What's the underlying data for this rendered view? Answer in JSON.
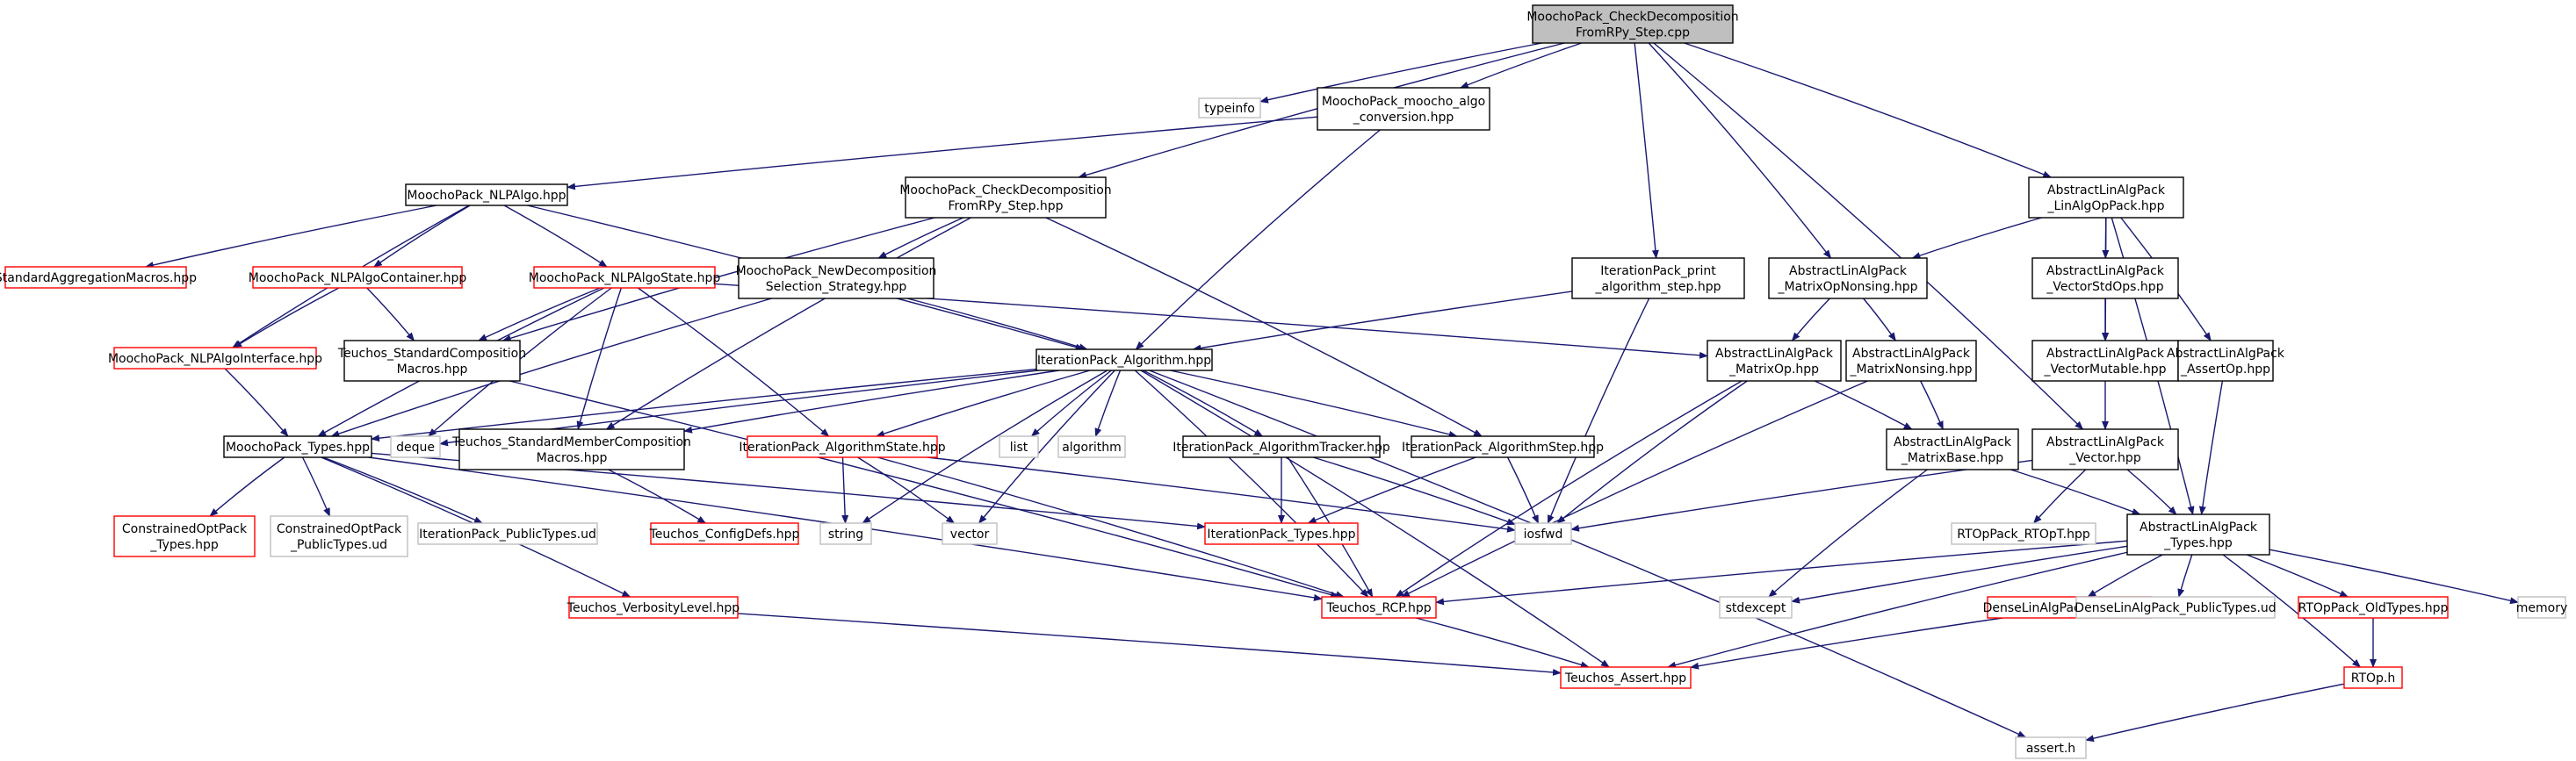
{
  "colors": {
    "edge": "#191970",
    "root_fill": "#bfbfbf",
    "normal_fill": "#ffffff",
    "normal_stroke": "#000000",
    "truncated_stroke": "#ff0000",
    "external_stroke": "#bfbfbf",
    "external_text": "#3f3f3f"
  },
  "nodes": [
    {
      "id": "root",
      "lines": [
        "MoochoPack_CheckDecomposition",
        "FromRPy_Step.cpp"
      ],
      "kind": "root",
      "icon": "file-node"
    },
    {
      "id": "typeinfo",
      "lines": [
        "typeinfo"
      ],
      "kind": "external"
    },
    {
      "id": "mooconv",
      "lines": [
        "MoochoPack_moocho_algo",
        "_conversion.hpp"
      ],
      "kind": "normal"
    },
    {
      "id": "cdhpp",
      "lines": [
        "MoochoPack_CheckDecomposition",
        "FromRPy_Step.hpp"
      ],
      "kind": "normal"
    },
    {
      "id": "nlpalgo",
      "lines": [
        "MoochoPack_NLPAlgo.hpp"
      ],
      "kind": "normal"
    },
    {
      "id": "iterprint",
      "lines": [
        "IterationPack_print",
        "_algorithm_step.hpp"
      ],
      "kind": "normal"
    },
    {
      "id": "ala_linalg",
      "lines": [
        "AbstractLinAlgPack",
        "_LinAlgOpPack.hpp"
      ],
      "kind": "normal"
    },
    {
      "id": "stdagg",
      "lines": [
        "StandardAggregationMacros.hpp"
      ],
      "kind": "truncated"
    },
    {
      "id": "nlpcont",
      "lines": [
        "MoochoPack_NLPAlgoContainer.hpp"
      ],
      "kind": "truncated"
    },
    {
      "id": "nlpstate",
      "lines": [
        "MoochoPack_NLPAlgoState.hpp"
      ],
      "kind": "truncated"
    },
    {
      "id": "newdecomp",
      "lines": [
        "MoochoPack_NewDecomposition",
        "Selection_Strategy.hpp"
      ],
      "kind": "normal"
    },
    {
      "id": "ala_monons",
      "lines": [
        "AbstractLinAlgPack",
        "_MatrixOpNonsing.hpp"
      ],
      "kind": "normal"
    },
    {
      "id": "ala_vstd",
      "lines": [
        "AbstractLinAlgPack",
        "_VectorStdOps.hpp"
      ],
      "kind": "normal"
    },
    {
      "id": "nlpiface",
      "lines": [
        "MoochoPack_NLPAlgoInterface.hpp"
      ],
      "kind": "truncated"
    },
    {
      "id": "tstdcomp",
      "lines": [
        "Teuchos_StandardComposition",
        "Macros.hpp"
      ],
      "kind": "normal"
    },
    {
      "id": "iteralg",
      "lines": [
        "IterationPack_Algorithm.hpp"
      ],
      "kind": "normal"
    },
    {
      "id": "ala_matop",
      "lines": [
        "AbstractLinAlgPack",
        "_MatrixOp.hpp"
      ],
      "kind": "normal"
    },
    {
      "id": "ala_matnons",
      "lines": [
        "AbstractLinAlgPack",
        "_MatrixNonsing.hpp"
      ],
      "kind": "normal"
    },
    {
      "id": "ala_vmut",
      "lines": [
        "AbstractLinAlgPack",
        "_VectorMutable.hpp"
      ],
      "kind": "normal"
    },
    {
      "id": "ala_assertop",
      "lines": [
        "AbstractLinAlgPack",
        "_AssertOp.hpp"
      ],
      "kind": "normal"
    },
    {
      "id": "deque",
      "lines": [
        "deque"
      ],
      "kind": "external"
    },
    {
      "id": "mootypes",
      "lines": [
        "MoochoPack_Types.hpp"
      ],
      "kind": "normal"
    },
    {
      "id": "tstdmem",
      "lines": [
        "Teuchos_StandardMemberComposition",
        "Macros.hpp"
      ],
      "kind": "normal"
    },
    {
      "id": "iterstate",
      "lines": [
        "IterationPack_AlgorithmState.hpp"
      ],
      "kind": "truncated"
    },
    {
      "id": "list",
      "lines": [
        "list"
      ],
      "kind": "external"
    },
    {
      "id": "algorithm",
      "lines": [
        "algorithm"
      ],
      "kind": "external"
    },
    {
      "id": "itertracker",
      "lines": [
        "IterationPack_AlgorithmTracker.hpp"
      ],
      "kind": "normal"
    },
    {
      "id": "iterstep",
      "lines": [
        "IterationPack_AlgorithmStep.hpp"
      ],
      "kind": "normal"
    },
    {
      "id": "ala_matbase",
      "lines": [
        "AbstractLinAlgPack",
        "_MatrixBase.hpp"
      ],
      "kind": "normal"
    },
    {
      "id": "ala_vector",
      "lines": [
        "AbstractLinAlgPack",
        "_Vector.hpp"
      ],
      "kind": "normal"
    },
    {
      "id": "copt_types",
      "lines": [
        "ConstrainedOptPack",
        "_Types.hpp"
      ],
      "kind": "truncated"
    },
    {
      "id": "copt_ud",
      "lines": [
        "ConstrainedOptPack",
        "_PublicTypes.ud"
      ],
      "kind": "external"
    },
    {
      "id": "iter_pubud",
      "lines": [
        "IterationPack_PublicTypes.ud"
      ],
      "kind": "external"
    },
    {
      "id": "tconfig",
      "lines": [
        "Teuchos_ConfigDefs.hpp"
      ],
      "kind": "truncated"
    },
    {
      "id": "string",
      "lines": [
        "string"
      ],
      "kind": "external"
    },
    {
      "id": "vector",
      "lines": [
        "vector"
      ],
      "kind": "external"
    },
    {
      "id": "itertypes",
      "lines": [
        "IterationPack_Types.hpp"
      ],
      "kind": "truncated"
    },
    {
      "id": "iosfwd",
      "lines": [
        "iosfwd"
      ],
      "kind": "external"
    },
    {
      "id": "rtopt",
      "lines": [
        "RTOpPack_RTOpT.hpp"
      ],
      "kind": "external"
    },
    {
      "id": "ala_types",
      "lines": [
        "AbstractLinAlgPack",
        "_Types.hpp"
      ],
      "kind": "normal"
    },
    {
      "id": "tverb",
      "lines": [
        "Teuchos_VerbosityLevel.hpp"
      ],
      "kind": "truncated"
    },
    {
      "id": "trcp",
      "lines": [
        "Teuchos_RCP.hpp"
      ],
      "kind": "truncated"
    },
    {
      "id": "stdexcept",
      "lines": [
        "stdexcept"
      ],
      "kind": "external"
    },
    {
      "id": "dense_types",
      "lines": [
        "DenseLinAlgPack_Types.hpp"
      ],
      "kind": "truncated"
    },
    {
      "id": "dense_ud",
      "lines": [
        "DenseLinAlgPack_PublicTypes.ud"
      ],
      "kind": "external"
    },
    {
      "id": "rtop_old",
      "lines": [
        "RTOpPack_OldTypes.hpp"
      ],
      "kind": "truncated"
    },
    {
      "id": "memory",
      "lines": [
        "memory"
      ],
      "kind": "external"
    },
    {
      "id": "tassert",
      "lines": [
        "Teuchos_Assert.hpp"
      ],
      "kind": "truncated"
    },
    {
      "id": "rtoph",
      "lines": [
        "RTOp.h"
      ],
      "kind": "truncated"
    },
    {
      "id": "asserth",
      "lines": [
        "assert.h"
      ],
      "kind": "external"
    }
  ],
  "edges": [
    [
      "root",
      "typeinfo"
    ],
    [
      "root",
      "mooconv"
    ],
    [
      "root",
      "cdhpp"
    ],
    [
      "root",
      "iterprint"
    ],
    [
      "root",
      "ala_monons"
    ],
    [
      "root",
      "ala_linalg"
    ],
    [
      "root",
      "ala_vector"
    ],
    [
      "mooconv",
      "nlpalgo"
    ],
    [
      "mooconv",
      "iteralg"
    ],
    [
      "cdhpp",
      "newdecomp"
    ],
    [
      "cdhpp",
      "tstdcomp"
    ],
    [
      "cdhpp",
      "tstdmem"
    ],
    [
      "cdhpp",
      "iterstep"
    ],
    [
      "nlpalgo",
      "stdagg"
    ],
    [
      "nlpalgo",
      "nlpcont"
    ],
    [
      "nlpalgo",
      "nlpstate"
    ],
    [
      "nlpalgo",
      "nlpiface"
    ],
    [
      "nlpalgo",
      "iteralg"
    ],
    [
      "nlpcont",
      "nlpiface"
    ],
    [
      "nlpcont",
      "tstdcomp"
    ],
    [
      "nlpstate",
      "tstdcomp"
    ],
    [
      "nlpstate",
      "mootypes"
    ],
    [
      "nlpstate",
      "deque"
    ],
    [
      "nlpstate",
      "tstdmem"
    ],
    [
      "nlpstate",
      "iterstate"
    ],
    [
      "nlpstate",
      "ala_matop"
    ],
    [
      "nlpiface",
      "mootypes"
    ],
    [
      "newdecomp",
      "iteralg"
    ],
    [
      "newdecomp",
      "mootypes"
    ],
    [
      "tstdcomp",
      "trcp"
    ],
    [
      "iterprint",
      "iteralg"
    ],
    [
      "iterprint",
      "iosfwd"
    ],
    [
      "iteralg",
      "deque"
    ],
    [
      "iteralg",
      "mootypes"
    ],
    [
      "iteralg",
      "tstdmem"
    ],
    [
      "iteralg",
      "iterstate"
    ],
    [
      "iteralg",
      "list"
    ],
    [
      "iteralg",
      "algorithm"
    ],
    [
      "iteralg",
      "itertracker"
    ],
    [
      "iteralg",
      "iterstep"
    ],
    [
      "iteralg",
      "string"
    ],
    [
      "iteralg",
      "vector"
    ],
    [
      "iteralg",
      "trcp"
    ],
    [
      "iteralg",
      "tassert"
    ],
    [
      "iteralg",
      "asserth"
    ],
    [
      "mootypes",
      "copt_types"
    ],
    [
      "mootypes",
      "copt_ud"
    ],
    [
      "mootypes",
      "iter_pubud"
    ],
    [
      "mootypes",
      "itertypes"
    ],
    [
      "mootypes",
      "trcp"
    ],
    [
      "mootypes",
      "tverb"
    ],
    [
      "tstdmem",
      "tconfig"
    ],
    [
      "iterstate",
      "string"
    ],
    [
      "iterstate",
      "vector"
    ],
    [
      "iterstate",
      "iosfwd"
    ],
    [
      "iterstate",
      "trcp"
    ],
    [
      "itertracker",
      "itertypes"
    ],
    [
      "itertracker",
      "iosfwd"
    ],
    [
      "itertracker",
      "trcp"
    ],
    [
      "iterstep",
      "itertypes"
    ],
    [
      "iterstep",
      "iosfwd"
    ],
    [
      "ala_linalg",
      "ala_monons"
    ],
    [
      "ala_linalg",
      "ala_vstd"
    ],
    [
      "ala_linalg",
      "ala_vmut"
    ],
    [
      "ala_linalg",
      "ala_assertop"
    ],
    [
      "ala_linalg",
      "ala_types"
    ],
    [
      "ala_monons",
      "ala_matop"
    ],
    [
      "ala_monons",
      "ala_matnons"
    ],
    [
      "ala_matop",
      "ala_matbase"
    ],
    [
      "ala_matop",
      "iosfwd"
    ],
    [
      "ala_matop",
      "trcp"
    ],
    [
      "ala_matnons",
      "ala_matbase"
    ],
    [
      "ala_matnons",
      "trcp"
    ],
    [
      "ala_vstd",
      "ala_vmut"
    ],
    [
      "ala_vmut",
      "ala_vector"
    ],
    [
      "ala_assertop",
      "ala_types"
    ],
    [
      "ala_matbase",
      "ala_types"
    ],
    [
      "ala_matbase",
      "stdexcept"
    ],
    [
      "ala_vector",
      "ala_types"
    ],
    [
      "ala_vector",
      "rtopt"
    ],
    [
      "ala_vector",
      "iosfwd"
    ],
    [
      "ala_types",
      "stdexcept"
    ],
    [
      "ala_types",
      "trcp"
    ],
    [
      "ala_types",
      "tassert"
    ],
    [
      "ala_types",
      "dense_types"
    ],
    [
      "ala_types",
      "dense_ud"
    ],
    [
      "ala_types",
      "rtop_old"
    ],
    [
      "ala_types",
      "memory"
    ],
    [
      "ala_types",
      "rtoph"
    ],
    [
      "trcp",
      "tassert"
    ],
    [
      "tverb",
      "tassert"
    ],
    [
      "dense_types",
      "tassert"
    ],
    [
      "rtop_old",
      "rtoph"
    ],
    [
      "rtoph",
      "asserth"
    ]
  ]
}
